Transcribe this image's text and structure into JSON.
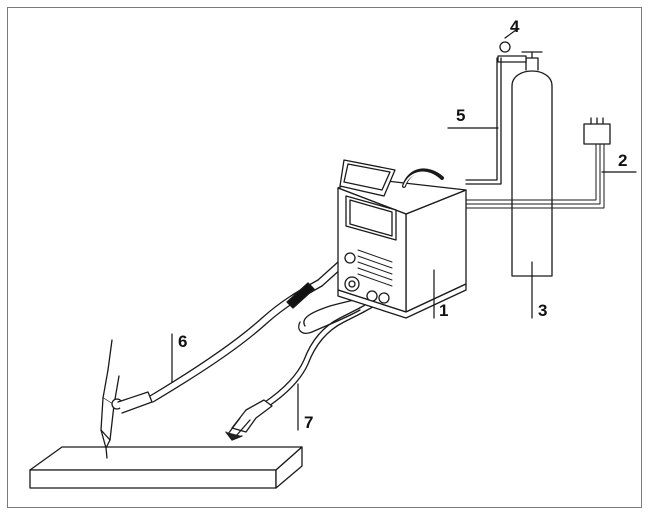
{
  "diagram": {
    "callouts": [
      {
        "id": "1",
        "label": "1"
      },
      {
        "id": "2",
        "label": "2"
      },
      {
        "id": "3",
        "label": "3"
      },
      {
        "id": "4",
        "label": "4"
      },
      {
        "id": "5",
        "label": "5"
      },
      {
        "id": "6",
        "label": "6"
      },
      {
        "id": "7",
        "label": "7"
      }
    ],
    "colors": {
      "line": "#1a1a1a",
      "frame": "#7a7a7a",
      "accent": "#111111"
    }
  }
}
